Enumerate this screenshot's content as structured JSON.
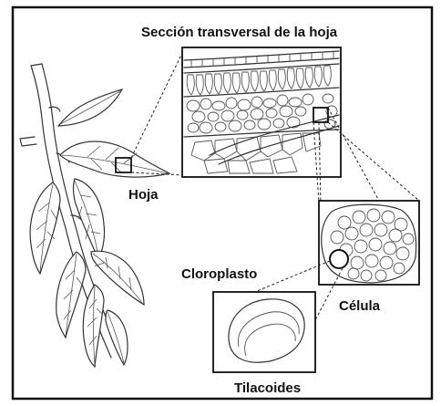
{
  "labels": {
    "title": "Sección transversal de la hoja",
    "leaf": "Hoja",
    "chloroplast": "Cloroplasto",
    "cell": "Célula",
    "thylakoids": "Tilacoides"
  },
  "colors": {
    "ink": "#333333",
    "background": "#ffffff",
    "frame": "#111111"
  }
}
